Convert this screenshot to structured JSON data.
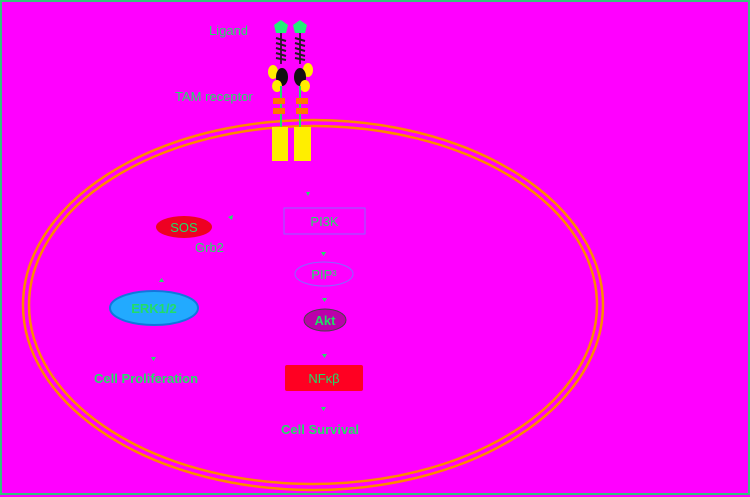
{
  "labels": {
    "ligand": "Ligand",
    "tam_receptor": "TAM receptor",
    "grb2": "Grb2",
    "sos": "SOS",
    "erk": "ERK1/2",
    "pi3k": "PI3K",
    "pip_base": "PIP",
    "pip_sub": "3",
    "akt": "Akt",
    "nfkb": "NFκβ",
    "cell_proliferation": "Cell Proliferation",
    "cell_survival": "Cell Survival"
  },
  "colors": {
    "background": "#ff00ff",
    "membrane": "#ff8800",
    "label_text": "#22dd66",
    "ligand": "#22ee77",
    "receptor_yellow": "#ffee00",
    "receptor_orange": "#ff7700",
    "sos_fill": "#ee0022",
    "erk_fill": "#22aaff",
    "nfkb_fill": "#ff0022",
    "akt_fill": "#bb00aa"
  }
}
